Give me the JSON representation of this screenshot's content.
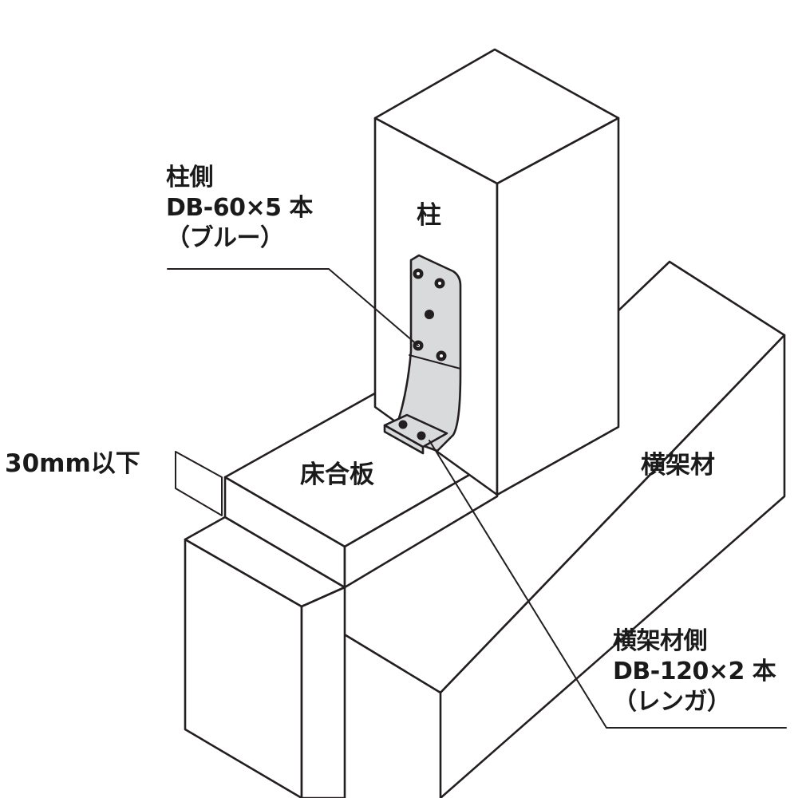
{
  "labels": {
    "post": "柱",
    "floor_board": "床合板",
    "beam": "横架材",
    "thickness": "30mm以下"
  },
  "callouts": {
    "post_side": {
      "line1": "柱側",
      "line2": "DB-60×5 本",
      "line3": "（ブルー）"
    },
    "beam_side": {
      "line1": "横架材側",
      "line2": "DB-120×2 本",
      "line3": "（レンガ）"
    }
  },
  "colors": {
    "line": "#231f20",
    "face": "#ffffff",
    "bracket": "#d9dadc",
    "hole": "#231f20"
  }
}
